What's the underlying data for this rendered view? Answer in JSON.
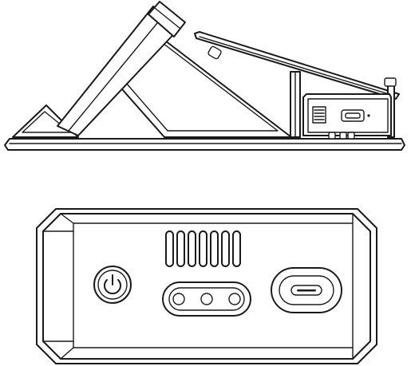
{
  "figure": {
    "views": [
      "side-view",
      "rear-panel-view"
    ]
  },
  "rear_panel": {
    "controls": [
      {
        "name": "power-button",
        "icon": "power-icon",
        "type": "button"
      },
      {
        "name": "indicator-lights",
        "icon": "three-led-indicator-icon",
        "type": "indicator"
      },
      {
        "name": "usb-c-port",
        "icon": "usb-c-port-icon",
        "type": "port"
      }
    ],
    "vent_slots": 7
  },
  "colors": {
    "stroke": "#1a1a1a",
    "fill": "#ffffff"
  }
}
